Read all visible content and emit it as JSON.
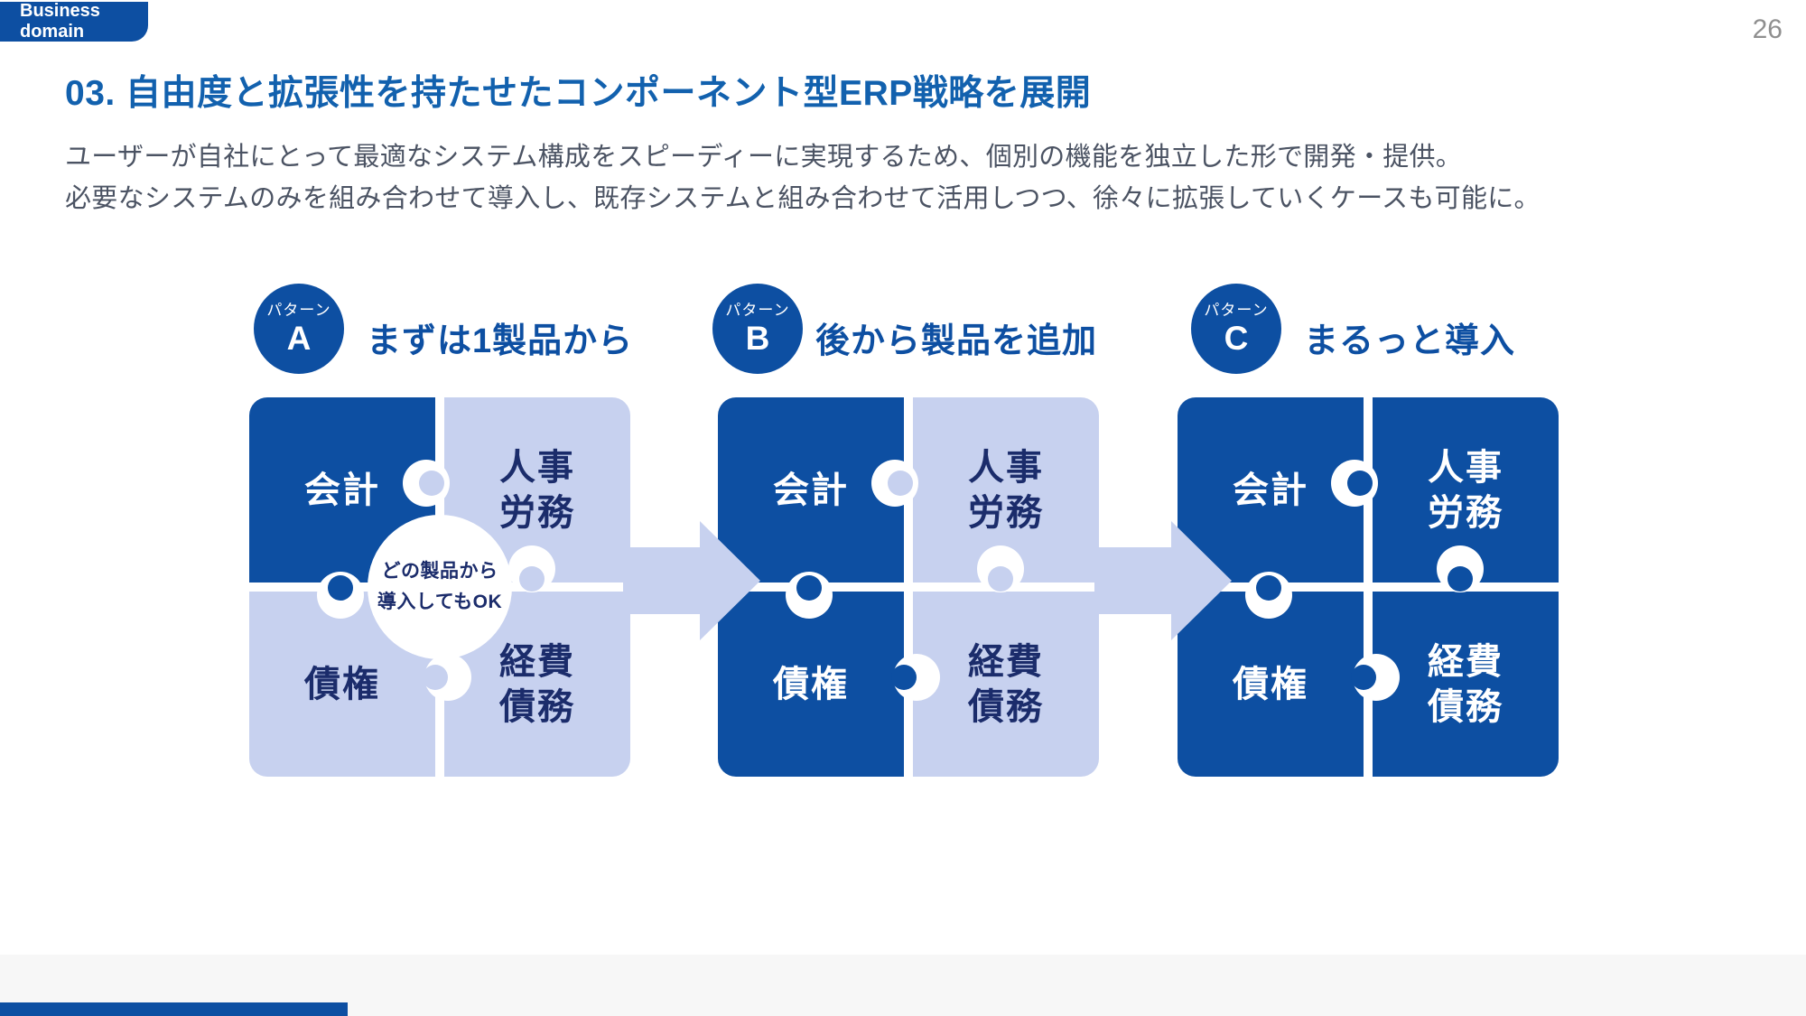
{
  "page": {
    "number": "26"
  },
  "badge": {
    "label": "Business domain"
  },
  "title": "03. 自由度と拡張性を持たせたコンポーネント型ERP戦略を展開",
  "description": {
    "line1": "ユーザーが自社にとって最適なシステム構成をスピーディーに実現するため、個別の機能を独立した形で開発・提供。",
    "line2": "必要なシステムのみを組み合わせて導入し、既存システムと組み合わせて活用しつつ、徐々に拡張していくケースも可能に。"
  },
  "patterns": [
    {
      "badge_label": "パターン",
      "badge_letter": "A",
      "heading": "まずは1製品から",
      "pieces": {
        "top_left": "会計",
        "top_right": "人事\n労務",
        "bottom_left": "債権",
        "bottom_right": "経費\n債務"
      },
      "center_note": "どの製品から\n導入してもOK"
    },
    {
      "badge_label": "パターン",
      "badge_letter": "B",
      "heading": "後から製品を追加",
      "pieces": {
        "top_left": "会計",
        "top_right": "人事\n労務",
        "bottom_left": "債権",
        "bottom_right": "経費\n債務"
      }
    },
    {
      "badge_label": "パターン",
      "badge_letter": "C",
      "heading": "まるっと導入",
      "pieces": {
        "top_left": "会計",
        "top_right": "人事\n労務",
        "bottom_left": "債権",
        "bottom_right": "経費\n債務"
      }
    }
  ],
  "colors": {
    "primary_blue": "#0d4fa2",
    "title_blue": "#1261ae",
    "light_blue": "#c7d1ef",
    "navy_text": "#1b2c6b",
    "body_text": "#4b5363",
    "footer_gray": "#f7f7f7"
  }
}
